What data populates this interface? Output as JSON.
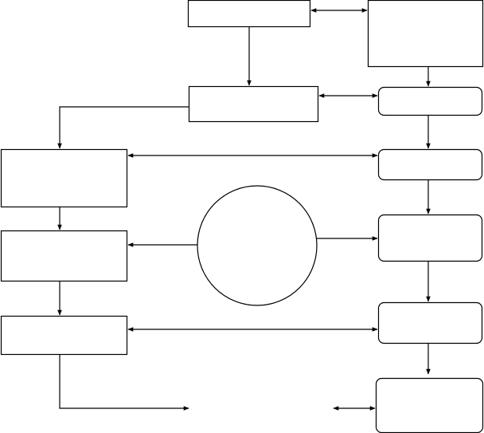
{
  "diagram": {
    "colors": {
      "stroke": "#000000",
      "background": "#ffffff"
    },
    "nodes": [
      {
        "id": "top-center-box",
        "shape": "rectangle"
      },
      {
        "id": "top-right-box",
        "shape": "rectangle"
      },
      {
        "id": "middle-center-box",
        "shape": "rectangle"
      },
      {
        "id": "right-box-1",
        "shape": "rounded-rectangle"
      },
      {
        "id": "right-box-2",
        "shape": "rounded-rectangle"
      },
      {
        "id": "right-box-3",
        "shape": "rounded-rectangle"
      },
      {
        "id": "right-box-4",
        "shape": "rounded-rectangle"
      },
      {
        "id": "right-box-5",
        "shape": "rounded-rectangle"
      },
      {
        "id": "left-box-1",
        "shape": "rectangle"
      },
      {
        "id": "left-box-2",
        "shape": "rectangle"
      },
      {
        "id": "left-box-3",
        "shape": "rectangle"
      },
      {
        "id": "center-circle",
        "shape": "circle"
      }
    ]
  }
}
